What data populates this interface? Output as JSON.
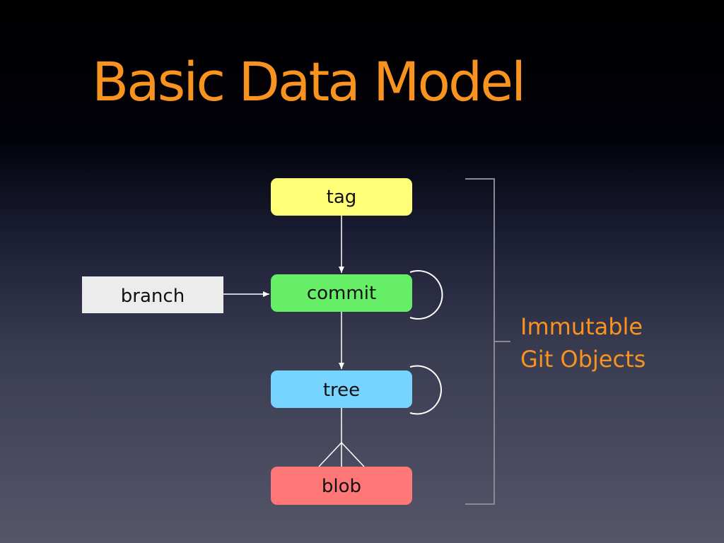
{
  "title": "Basic Data Model",
  "nodes": {
    "tag": {
      "label": "tag",
      "color": "#ffff77"
    },
    "commit": {
      "label": "commit",
      "color": "#66ee66"
    },
    "tree": {
      "label": "tree",
      "color": "#77d4ff"
    },
    "blob": {
      "label": "blob",
      "color": "#ff7777"
    },
    "branch": {
      "label": "branch",
      "color": "#ececec"
    }
  },
  "group_label": {
    "line1": "Immutable",
    "line2": "Git Objects"
  },
  "colors": {
    "title": "#f7931e",
    "connector": "#ffffff",
    "bracket": "#8a8a95"
  }
}
